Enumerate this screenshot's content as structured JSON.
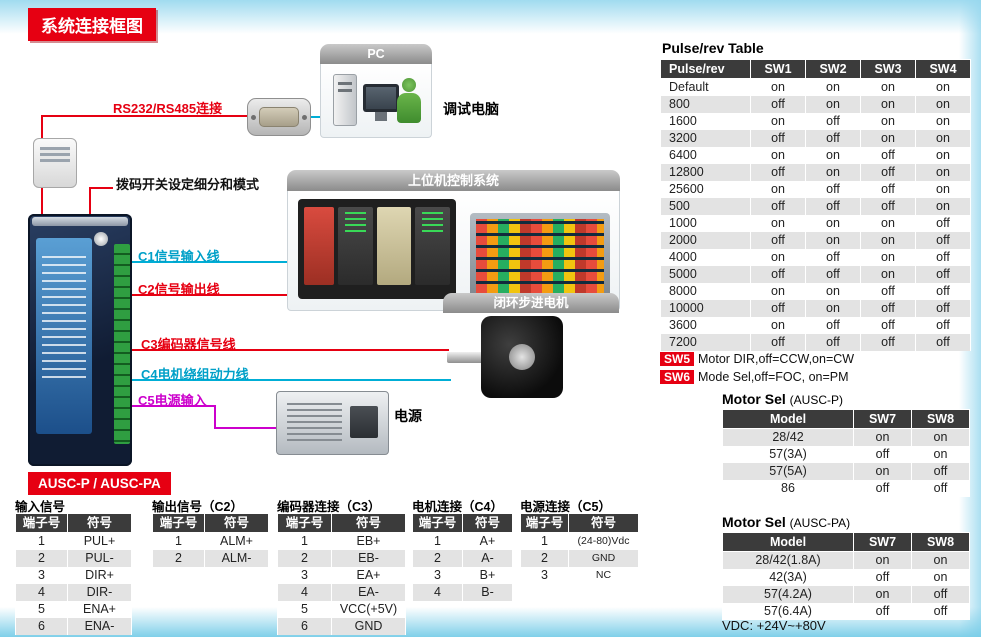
{
  "header": {
    "title": "系统连接框图",
    "accent_color": "#e60012"
  },
  "diagram": {
    "model_badge": "AUSC-P / AUSC-PA",
    "labels": {
      "rs232": "RS232/RS485连接",
      "dip_switch": "拨码开关设定细分和模式",
      "c1": "C1信号输入线",
      "c2": "C2信号输出线",
      "c3": "C3编码器信号线",
      "c4": "C4电机绕组动力线",
      "c5": "C5电源输入"
    },
    "panels": {
      "pc_header": "PC",
      "pc_caption": "调试电脑",
      "host_header": "上位机控制系统",
      "motor_header": "闭环步进电机",
      "power_caption": "电源"
    },
    "wire_colors": {
      "red": "#e60012",
      "cyan": "#00aed6",
      "magenta": "#cc00cc"
    }
  },
  "pulse_table": {
    "title": "Pulse/rev Table",
    "headers": [
      "Pulse/rev",
      "SW1",
      "SW2",
      "SW3",
      "SW4"
    ],
    "rows": [
      [
        "Default",
        "on",
        "on",
        "on",
        "on"
      ],
      [
        "800",
        "off",
        "on",
        "on",
        "on"
      ],
      [
        "1600",
        "on",
        "off",
        "on",
        "on"
      ],
      [
        "3200",
        "off",
        "off",
        "on",
        "on"
      ],
      [
        "6400",
        "on",
        "on",
        "off",
        "on"
      ],
      [
        "12800",
        "off",
        "on",
        "off",
        "on"
      ],
      [
        "25600",
        "on",
        "off",
        "off",
        "on"
      ],
      [
        "500",
        "off",
        "off",
        "off",
        "on"
      ],
      [
        "1000",
        "on",
        "on",
        "on",
        "off"
      ],
      [
        "2000",
        "off",
        "on",
        "on",
        "off"
      ],
      [
        "4000",
        "on",
        "off",
        "on",
        "off"
      ],
      [
        "5000",
        "off",
        "off",
        "on",
        "off"
      ],
      [
        "8000",
        "on",
        "on",
        "off",
        "off"
      ],
      [
        "10000",
        "off",
        "on",
        "off",
        "off"
      ],
      [
        "3600",
        "on",
        "off",
        "off",
        "off"
      ],
      [
        "7200",
        "off",
        "off",
        "off",
        "off"
      ]
    ]
  },
  "switch_notes": [
    {
      "badge": "SW5",
      "text": "Motor DIR,off=CCW,on=CW"
    },
    {
      "badge": "SW6",
      "text": "Mode Sel,off=FOC, on=PM"
    }
  ],
  "motor_sel_p": {
    "title": "Motor Sel",
    "variant": "(AUSC-P)",
    "headers": [
      "Model",
      "SW7",
      "SW8"
    ],
    "rows": [
      [
        "28/42",
        "on",
        "on"
      ],
      [
        "57(3A)",
        "off",
        "on"
      ],
      [
        "57(5A)",
        "on",
        "off"
      ],
      [
        "86",
        "off",
        "off"
      ]
    ]
  },
  "motor_sel_pa": {
    "title": "Motor Sel",
    "variant": "(AUSC-PA)",
    "headers": [
      "Model",
      "SW7",
      "SW8"
    ],
    "rows": [
      [
        "28/42(1.8A)",
        "on",
        "on"
      ],
      [
        "42(3A)",
        "off",
        "on"
      ],
      [
        "57(4.2A)",
        "on",
        "off"
      ],
      [
        "57(6.4A)",
        "off",
        "off"
      ]
    ],
    "note": "VDC: +24V~+80V"
  },
  "terminal_tables": [
    {
      "title": "输入信号",
      "headers": [
        "端子号",
        "符号"
      ],
      "rows": [
        [
          "1",
          "PUL+"
        ],
        [
          "2",
          "PUL-"
        ],
        [
          "3",
          "DIR+"
        ],
        [
          "4",
          "DIR-"
        ],
        [
          "5",
          "ENA+"
        ],
        [
          "6",
          "ENA-"
        ]
      ]
    },
    {
      "title": "输出信号（C2）",
      "headers": [
        "端子号",
        "符号"
      ],
      "rows": [
        [
          "1",
          "ALM+"
        ],
        [
          "2",
          "ALM-"
        ]
      ]
    },
    {
      "title": "编码器连接（C3）",
      "headers": [
        "端子号",
        "符号"
      ],
      "rows": [
        [
          "1",
          "EB+"
        ],
        [
          "2",
          "EB-"
        ],
        [
          "3",
          "EA+"
        ],
        [
          "4",
          "EA-"
        ],
        [
          "5",
          "VCC(+5V)"
        ],
        [
          "6",
          "GND"
        ]
      ]
    },
    {
      "title": "电机连接（C4）",
      "headers": [
        "端子号",
        "符号"
      ],
      "rows": [
        [
          "1",
          "A+"
        ],
        [
          "2",
          "A-"
        ],
        [
          "3",
          "B+"
        ],
        [
          "4",
          "B-"
        ]
      ]
    },
    {
      "title": "电源连接（C5）",
      "headers": [
        "端子号",
        "符号"
      ],
      "rows": [
        [
          "1",
          "(24-80)Vdc"
        ],
        [
          "2",
          "GND"
        ],
        [
          "3",
          "NC"
        ]
      ]
    }
  ]
}
